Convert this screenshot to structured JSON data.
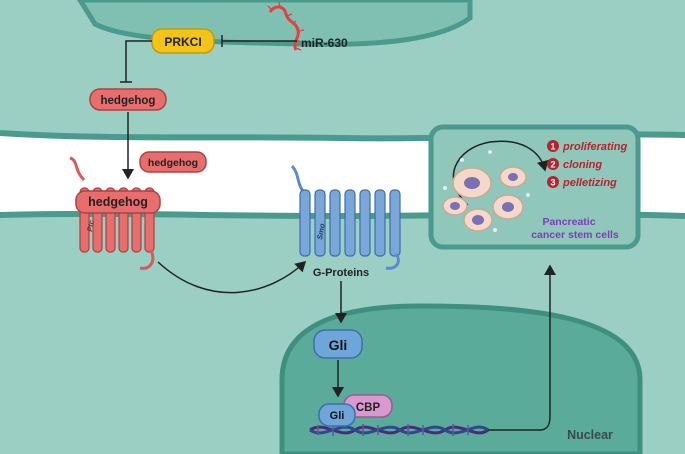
{
  "nodes": {
    "prkci": "PRKCI",
    "mirna": "miR-630",
    "hedgehog_top": "hedgehog",
    "hedgehog_free": "hedgehog",
    "hedgehog_bound": "hedgehog",
    "ptc": "Ptc",
    "smo": "Smo",
    "g_proteins": "G-Proteins",
    "gli_main": "Gli",
    "gli_small": "Gli",
    "cbp": "CBP",
    "nuclear": "Nuclear"
  },
  "stem_cells": {
    "steps": [
      {
        "num": "1",
        "label": "proliferating"
      },
      {
        "num": "2",
        "label": "cloning"
      },
      {
        "num": "3",
        "label": "pelletizing"
      }
    ],
    "title_line1": "Pancreatic",
    "title_line2": "cancer stem cells"
  },
  "colors": {
    "background_cell": "#9bcfc4",
    "membrane": "#4a9b8d",
    "nucleus": "#5aab9a",
    "prkci": "#f2c318",
    "hedgehog": "#e86e6e",
    "smo": "#7aa7d9",
    "gli": "#6fa6da",
    "cbp": "#d899cf",
    "mirna": "#e0423f",
    "step_label": "#b52430",
    "stem_title": "#7b3fb5"
  }
}
